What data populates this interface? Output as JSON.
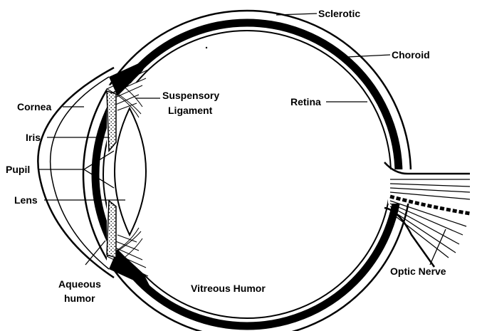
{
  "diagram": {
    "labels": {
      "sclerotic": "Sclerotic",
      "choroid": "Choroid",
      "cornea": "Cornea",
      "suspensory_1": "Suspensory",
      "suspensory_2": "Ligament",
      "retina": "Retina",
      "iris": "Iris",
      "pupil": "Pupil",
      "lens": "Lens",
      "aqueous_1": "Aqueous",
      "aqueous_2": "humor",
      "vitreous": "Vitreous Humor",
      "optic_nerve": "Optic Nerve"
    },
    "colors": {
      "ink": "#000000",
      "paper": "#ffffff"
    }
  }
}
